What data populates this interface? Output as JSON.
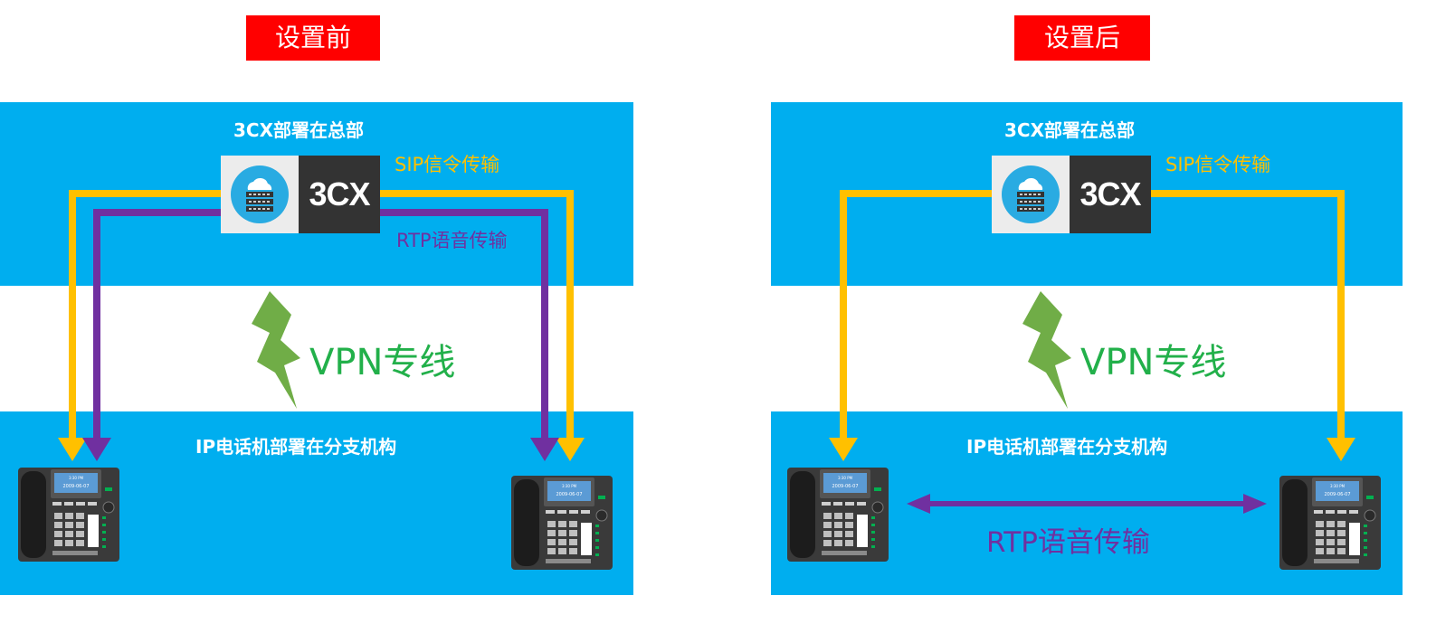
{
  "panels": [
    {
      "title": "设置前",
      "hq_title": "3CX部署在总部",
      "branch_title": "IP电话机部署在分支机构",
      "server_logo": "3CX",
      "sip_label": "SIP信令传输",
      "rtp_label": "RTP语音传输",
      "vpn_label": "VPN专线"
    },
    {
      "title": "设置后",
      "hq_title": "3CX部署在总部",
      "branch_title": "IP电话机部署在分支机构",
      "server_logo": "3CX",
      "sip_label": "SIP信令传输",
      "rtp_label": "RTP语音传输",
      "vpn_label": "VPN专线"
    }
  ],
  "phone_screen": {
    "time": "3:30 PM",
    "date": "2009-06-07"
  },
  "colors": {
    "title_bg": "#ff0000",
    "band": "#00aeef",
    "sip": "#ffc000",
    "rtp": "#7030a0",
    "vpn": "#22b04a",
    "vpn_bolt": "#70ad47"
  },
  "icons": [
    "cloud-server-icon",
    "lightning-bolt-icon",
    "desk-phone-icon",
    "arrow-icon"
  ]
}
